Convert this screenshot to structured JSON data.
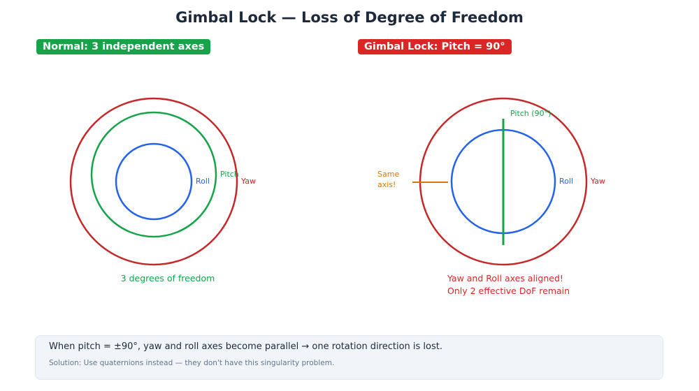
{
  "title": "Gimbal Lock — Loss of Degree of Freedom",
  "colors": {
    "yaw": "#c62828",
    "pitch": "#16a34a",
    "roll": "#2563eb",
    "same_axis": "#d97706",
    "normal_badge": "#16a34a",
    "lock_badge": "#dc2626",
    "title": "#1e293b"
  },
  "left_panel": {
    "badge": "Normal: 3 independent axes",
    "labels": {
      "roll": "Roll",
      "pitch": "Pitch",
      "yaw": "Yaw"
    },
    "caption": "3 degrees of freedom"
  },
  "right_panel": {
    "badge": "Gimbal Lock: Pitch = 90°",
    "labels": {
      "pitch": "Pitch (90°)",
      "roll": "Roll",
      "yaw": "Yaw",
      "same_axis_line1": "Same",
      "same_axis_line2": "axis!"
    },
    "caption_line1": "Yaw and Roll axes aligned!",
    "caption_line2": "Only 2 effective DoF remain"
  },
  "note": {
    "main": "When pitch = ±90°, yaw and roll axes become parallel → one rotation direction is lost.",
    "sub": "Solution: Use quaternions instead — they don't have this singularity problem."
  }
}
